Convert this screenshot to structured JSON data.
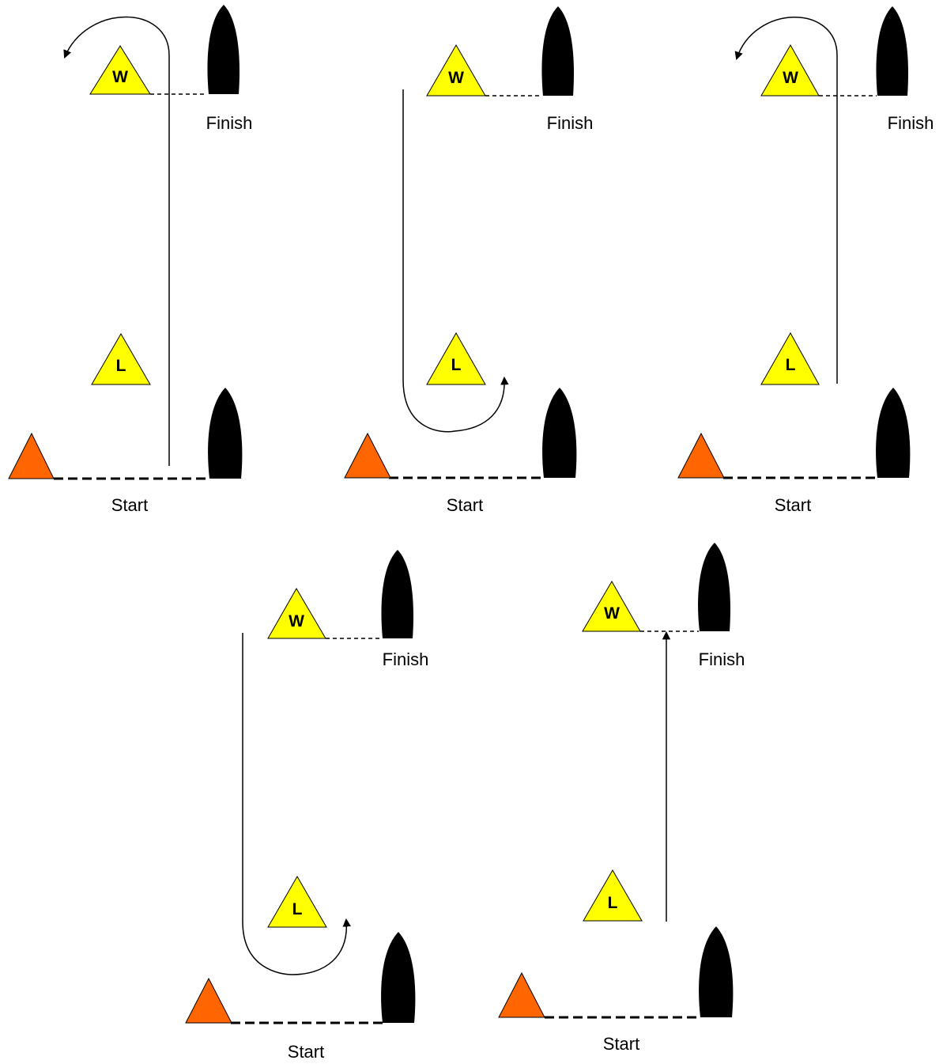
{
  "colors": {
    "mark": "#ffff00",
    "pin": "#ff6600",
    "boat": "#000000",
    "line": "#000000",
    "background": "#ffffff"
  },
  "labels": {
    "windward": "W",
    "leeward": "L",
    "finish": "Finish",
    "start": "Start"
  },
  "courses": [
    {
      "id": "course-1",
      "route": "windward-rounding"
    },
    {
      "id": "course-2",
      "route": "leeward-rounding"
    },
    {
      "id": "course-3",
      "route": "windward-rounding"
    },
    {
      "id": "course-4",
      "route": "leeward-rounding"
    },
    {
      "id": "course-5",
      "route": "straight-finish"
    }
  ]
}
